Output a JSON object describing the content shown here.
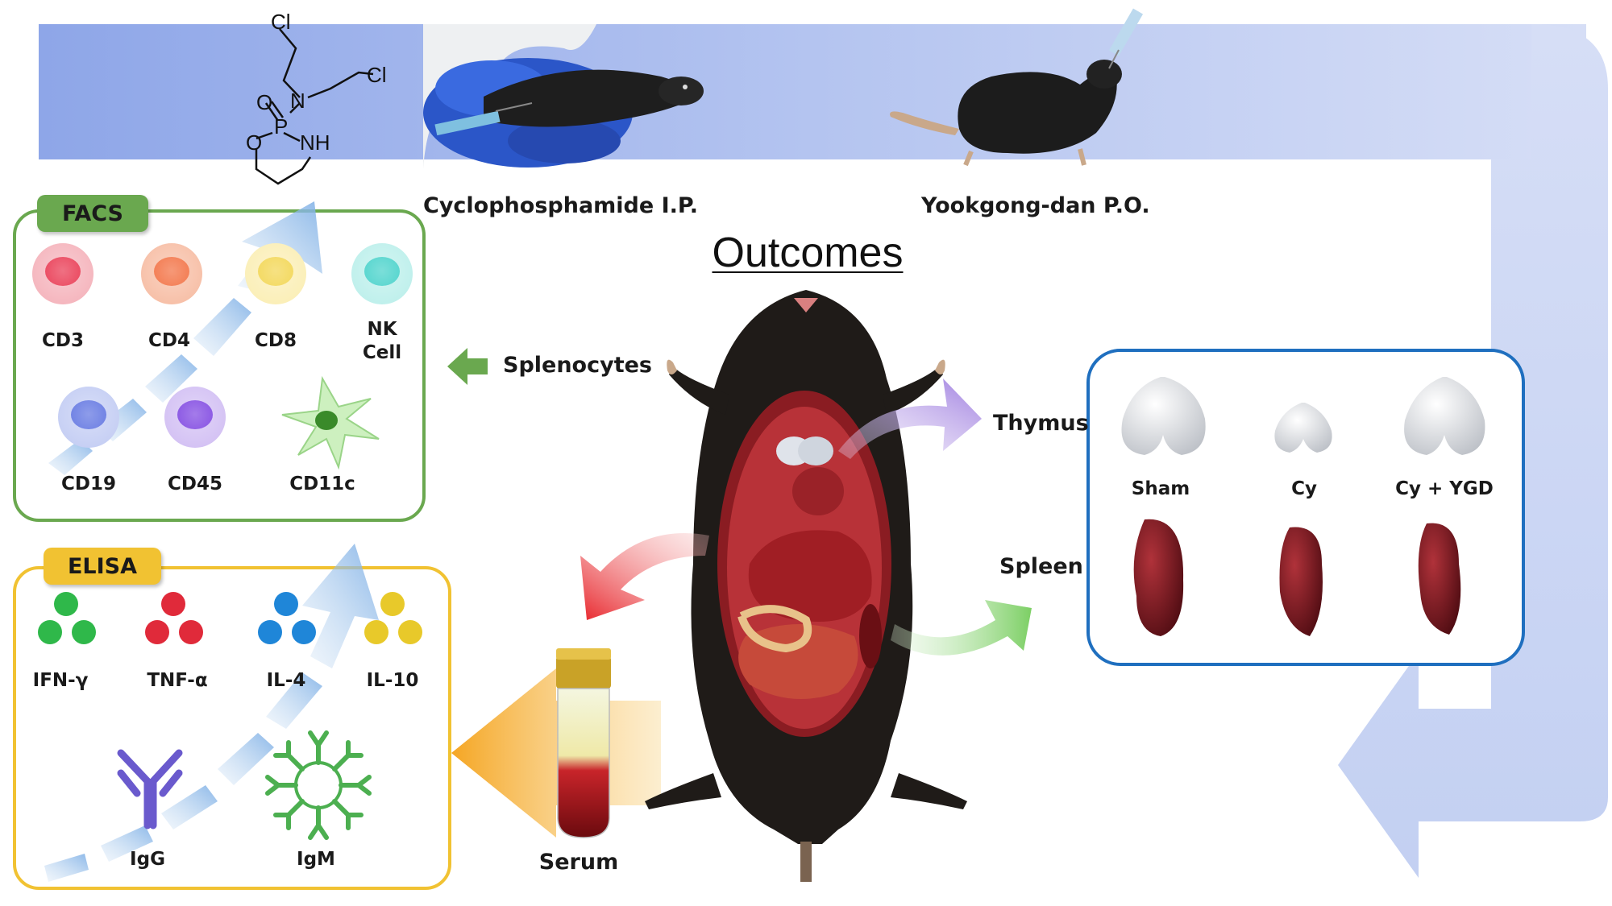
{
  "chemistry": {
    "cl_top": "Cl",
    "cl_right": "Cl",
    "o_double": "O",
    "n": "N",
    "p": "P",
    "o_ring": "O",
    "nh": "NH"
  },
  "procedure": {
    "cyclophosphamide_label": "Cyclophosphamide I.P.",
    "yookgong_label": "Yookgong-dan P.O."
  },
  "outcomes_title": "Outcomes",
  "facs": {
    "tag": "FACS",
    "markers": [
      {
        "label": "CD3",
        "color": "#e8304a"
      },
      {
        "label": "CD4",
        "color": "#f26a3a"
      },
      {
        "label": "CD8",
        "color": "#f2d44a"
      },
      {
        "label": "NK",
        "label2": "Cell",
        "color": "#3fd0c8"
      },
      {
        "label": "CD19",
        "color": "#5a6fe0"
      },
      {
        "label": "CD45",
        "color": "#7a3fe0"
      },
      {
        "label": "CD11c",
        "color": "#8ee070"
      }
    ]
  },
  "splenocytes_label": "Splenocytes",
  "elisa": {
    "tag": "ELISA",
    "cytokines": [
      {
        "label": "IFN-γ",
        "color": "#2fb84a"
      },
      {
        "label": "TNF-α",
        "color": "#e02a3a"
      },
      {
        "label": "IL-4",
        "color": "#1f86d8"
      },
      {
        "label": "IL-10",
        "color": "#e8c92a"
      }
    ],
    "antibodies": [
      {
        "label": "IgG",
        "color": "#6a5acd"
      },
      {
        "label": "IgM",
        "color": "#4caf50"
      }
    ]
  },
  "serum_label": "Serum",
  "organs": {
    "thymus_label": "Thymus",
    "spleen_label": "Spleen",
    "groups": [
      "Sham",
      "Cy",
      "Cy + YGD"
    ]
  },
  "colors": {
    "band": "#b7c6ee",
    "facs_border": "#6aa84f",
    "facs_tag": "#6aa84f",
    "elisa_border": "#f1c232",
    "elisa_tag": "#f1c232",
    "organ_border": "#1f6fbf",
    "serum_arrow": "#f5a623",
    "thymus_arrow": "#a98be0",
    "spleen_arrow": "#8fd67a",
    "blood_arrow": "#e8262c"
  }
}
